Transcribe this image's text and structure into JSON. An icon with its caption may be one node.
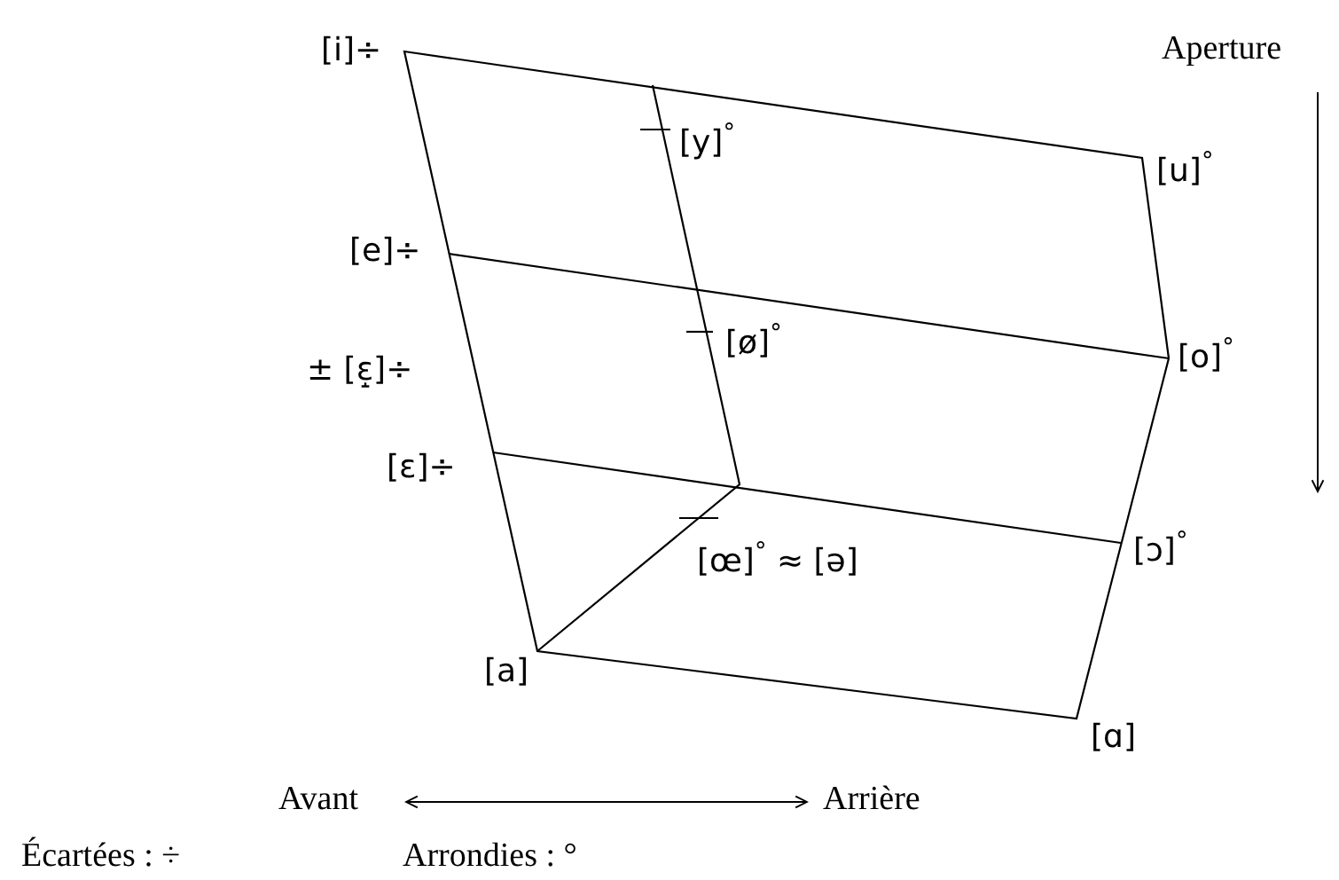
{
  "diagram": {
    "labels": [
      "[i]÷",
      "Aperture",
      "[y]$^{°}$",
      "[u]$^{°}$",
      "[e]÷",
      "[ø]$^{°}$",
      "[o]$^{°}$",
      "± [ɛ̝]÷",
      "[ɛ]÷",
      "[œ]$^{°}$ ≈ [ə]",
      "[ɔ]$^{°}$",
      "[a]",
      "[ɑ]",
      "Avant",
      "Arrière",
      "Écartées : ÷",
      "Arrondies : °"
    ]
  }
}
